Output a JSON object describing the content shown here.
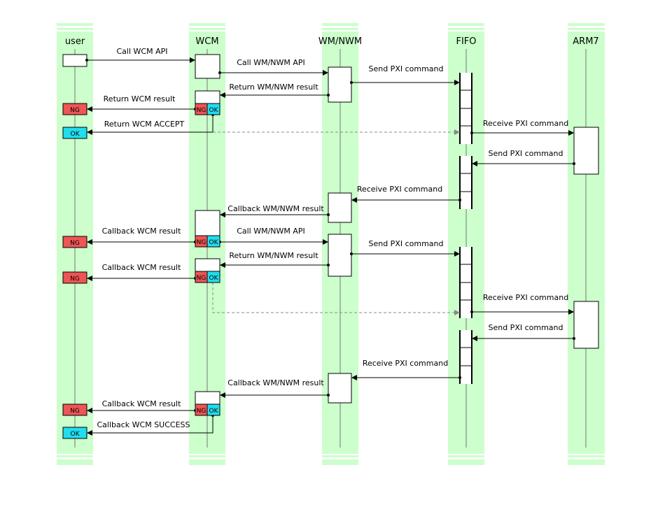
{
  "lanes": [
    {
      "id": "user",
      "label": "user"
    },
    {
      "id": "wcm",
      "label": "WCM"
    },
    {
      "id": "wmnwm",
      "label": "WM/NWM"
    },
    {
      "id": "fifo",
      "label": "FIFO"
    },
    {
      "id": "arm7",
      "label": "ARM7"
    }
  ],
  "messages": {
    "call_wcm_api": "Call WCM API",
    "call_wm_nwm_api": "Call WM/NWM API",
    "send_pxi_command": "Send PXI command",
    "return_wm_nwm_result": "Return WM/NWM result",
    "return_wcm_result": "Return WCM result",
    "return_wcm_accept": "Return WCM ACCEPT",
    "receive_pxi_command": "Receive PXI command",
    "callback_wm_nwm_result": "Callback WM/NWM result",
    "callback_wcm_result": "Callback WCM result",
    "callback_wcm_success": "Callback WCM SUCCESS"
  },
  "status": {
    "ng": "NG",
    "ok": "OK"
  },
  "colors": {
    "lane_bg": "#ccffcc",
    "lifeline": "#777777",
    "ng": "#ee5555",
    "ok": "#22ddee",
    "arrow": "#000000",
    "dashed_arrow": "#888888"
  }
}
